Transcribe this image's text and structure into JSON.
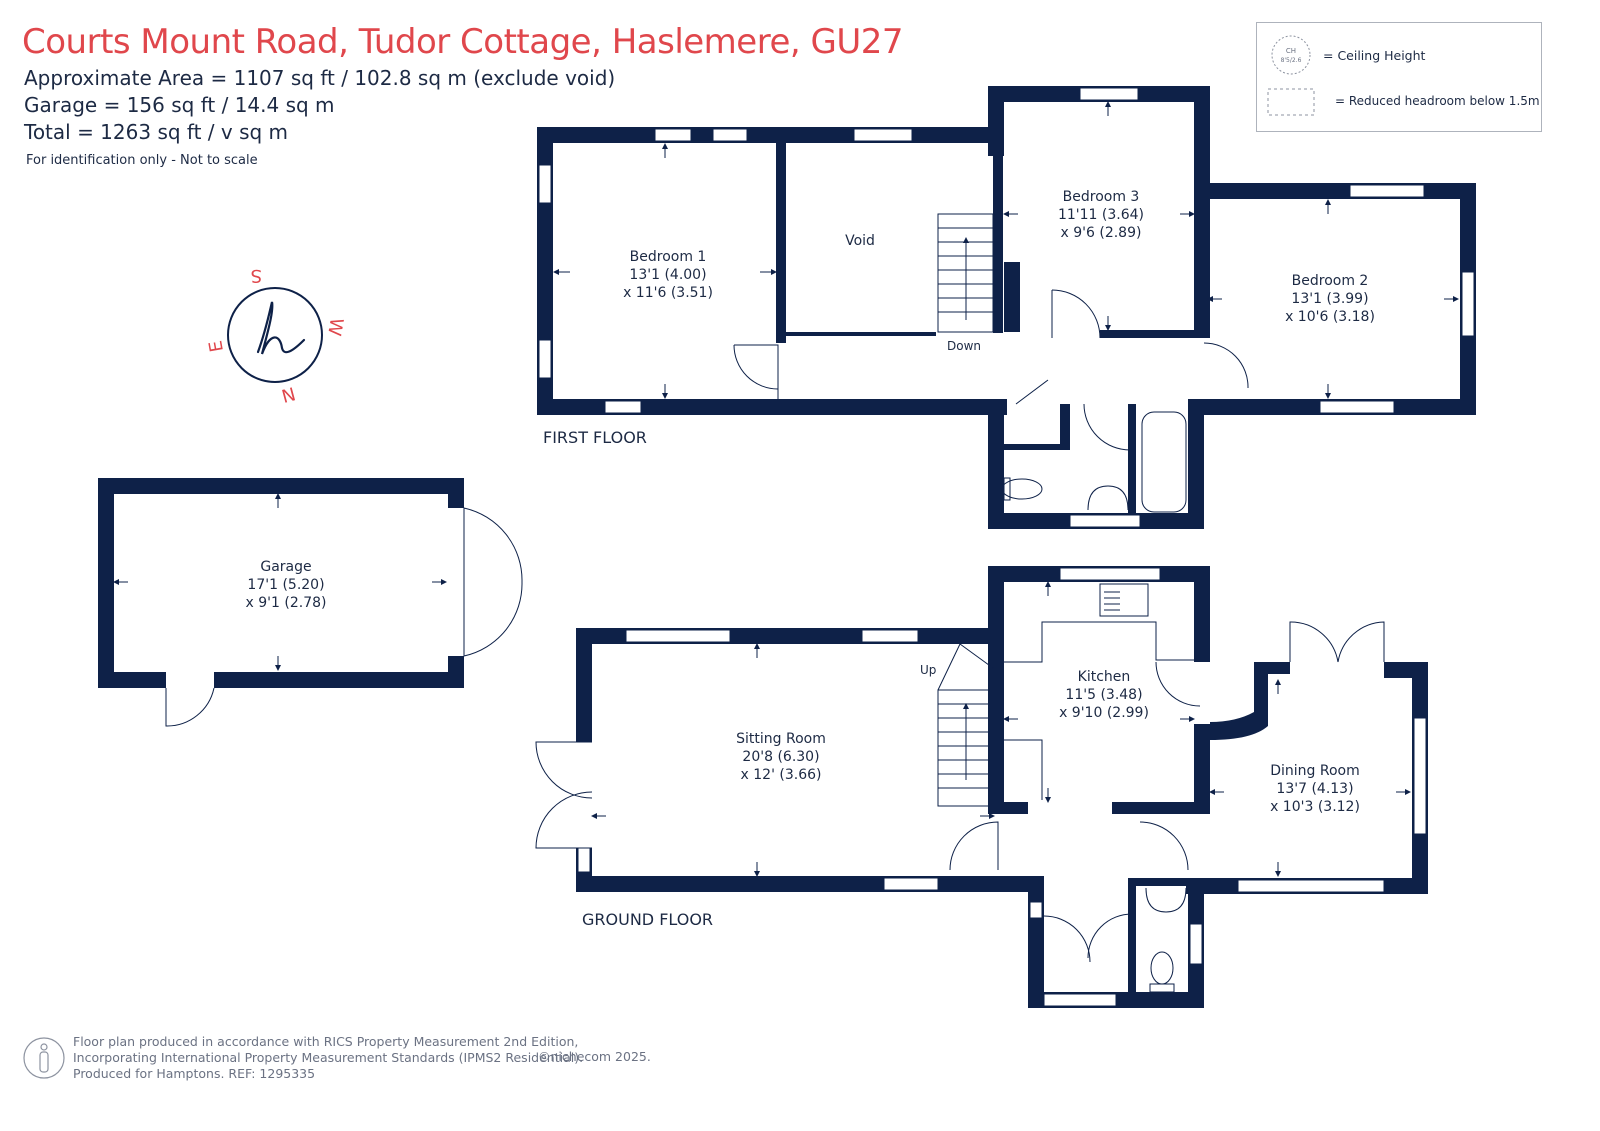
{
  "header": {
    "title": "Courts Mount Road, Tudor Cottage, Haslemere, GU27",
    "area_line_1": "Approximate Area = 1107 sq ft / 102.8 sq m (exclude void)",
    "area_line_2": "Garage = 156 sq ft / 14.4 sq m",
    "area_line_3": "Total = 1263 sq ft / v sq m",
    "disclaimer": "For identification only - Not to scale"
  },
  "legend": {
    "ceiling_height_symbol": "CH 8'5/2.6",
    "ceiling_height_label": "= Ceiling Height",
    "reduced_headroom_label": "= Reduced headroom below 1.5m"
  },
  "compass": {
    "north": "N",
    "south": "S",
    "east": "E",
    "west": "W",
    "logo_icon": "signature-h-logo"
  },
  "floors": {
    "first_floor_label": "FIRST FLOOR",
    "ground_floor_label": "GROUND FLOOR"
  },
  "rooms": {
    "bedroom1": {
      "name": "Bedroom 1",
      "dim1": "13'1 (4.00)",
      "dim2": "x 11'6 (3.51)"
    },
    "void": {
      "name": "Void"
    },
    "bedroom3": {
      "name": "Bedroom 3",
      "dim1": "11'11 (3.64)",
      "dim2": "x 9'6 (2.89)"
    },
    "bedroom2": {
      "name": "Bedroom 2",
      "dim1": "13'1 (3.99)",
      "dim2": "x 10'6 (3.18)"
    },
    "garage": {
      "name": "Garage",
      "dim1": "17'1 (5.20)",
      "dim2": "x 9'1 (2.78)"
    },
    "sitting_room": {
      "name": "Sitting Room",
      "dim1": "20'8 (6.30)",
      "dim2": "x 12' (3.66)"
    },
    "kitchen": {
      "name": "Kitchen",
      "dim1": "11'5 (3.48)",
      "dim2": "x 9'10 (2.99)"
    },
    "dining_room": {
      "name": "Dining Room",
      "dim1": "13'7 (4.13)",
      "dim2": "x 10'3 (3.12)"
    }
  },
  "stairs": {
    "down_label": "Down",
    "up_label": "Up"
  },
  "footer": {
    "line1": "Floor plan produced in accordance with RICS Property Measurement 2nd Edition,",
    "line2": "Incorporating International Property Measurement Standards (IPMS2 Residential).",
    "line3": "Produced for Hamptons.   REF: 1295335",
    "copyright": "©nichecom 2025."
  },
  "colors": {
    "wall": "#0e2148",
    "title": "#e0474c",
    "compass": "#e0474c",
    "text": "#1d2a44",
    "footer": "#6b7283"
  }
}
